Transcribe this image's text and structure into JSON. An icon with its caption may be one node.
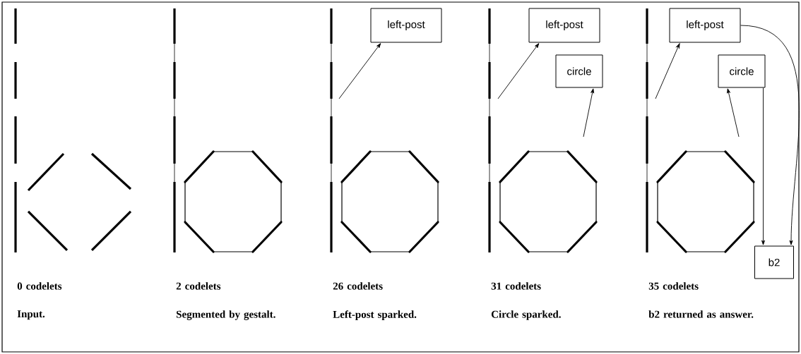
{
  "diagram": {
    "nodes": [
      {
        "text": [
          "left-post"
        ]
      },
      {
        "text": [
          "left-post"
        ]
      },
      {
        "text": [
          "circle"
        ]
      },
      {
        "text": [
          "left-post"
        ]
      },
      {
        "text": [
          "circle"
        ]
      },
      {
        "text": [
          "b2"
        ]
      }
    ],
    "edges": [
      {
        "from": null,
        "to": 0,
        "arrow": "to"
      },
      {
        "from": null,
        "to": 1,
        "arrow": "to"
      },
      {
        "from": null,
        "to": 2,
        "arrow": "to"
      },
      {
        "from": null,
        "to": 3,
        "arrow": "to"
      },
      {
        "from": null,
        "to": 4,
        "arrow": "to"
      },
      {
        "from": 3,
        "to": 5,
        "arrow": "to"
      },
      {
        "from": 4,
        "to": 5,
        "arrow": "to"
      }
    ],
    "labels": [
      "0 codelets",
      "2 codelets",
      "26 codelets",
      "31 codelets",
      "35 codelets",
      "Input.",
      "Segmented by gestalt.",
      "Left-post sparked.",
      "Circle sparked.",
      "b2 returned as answer."
    ]
  }
}
